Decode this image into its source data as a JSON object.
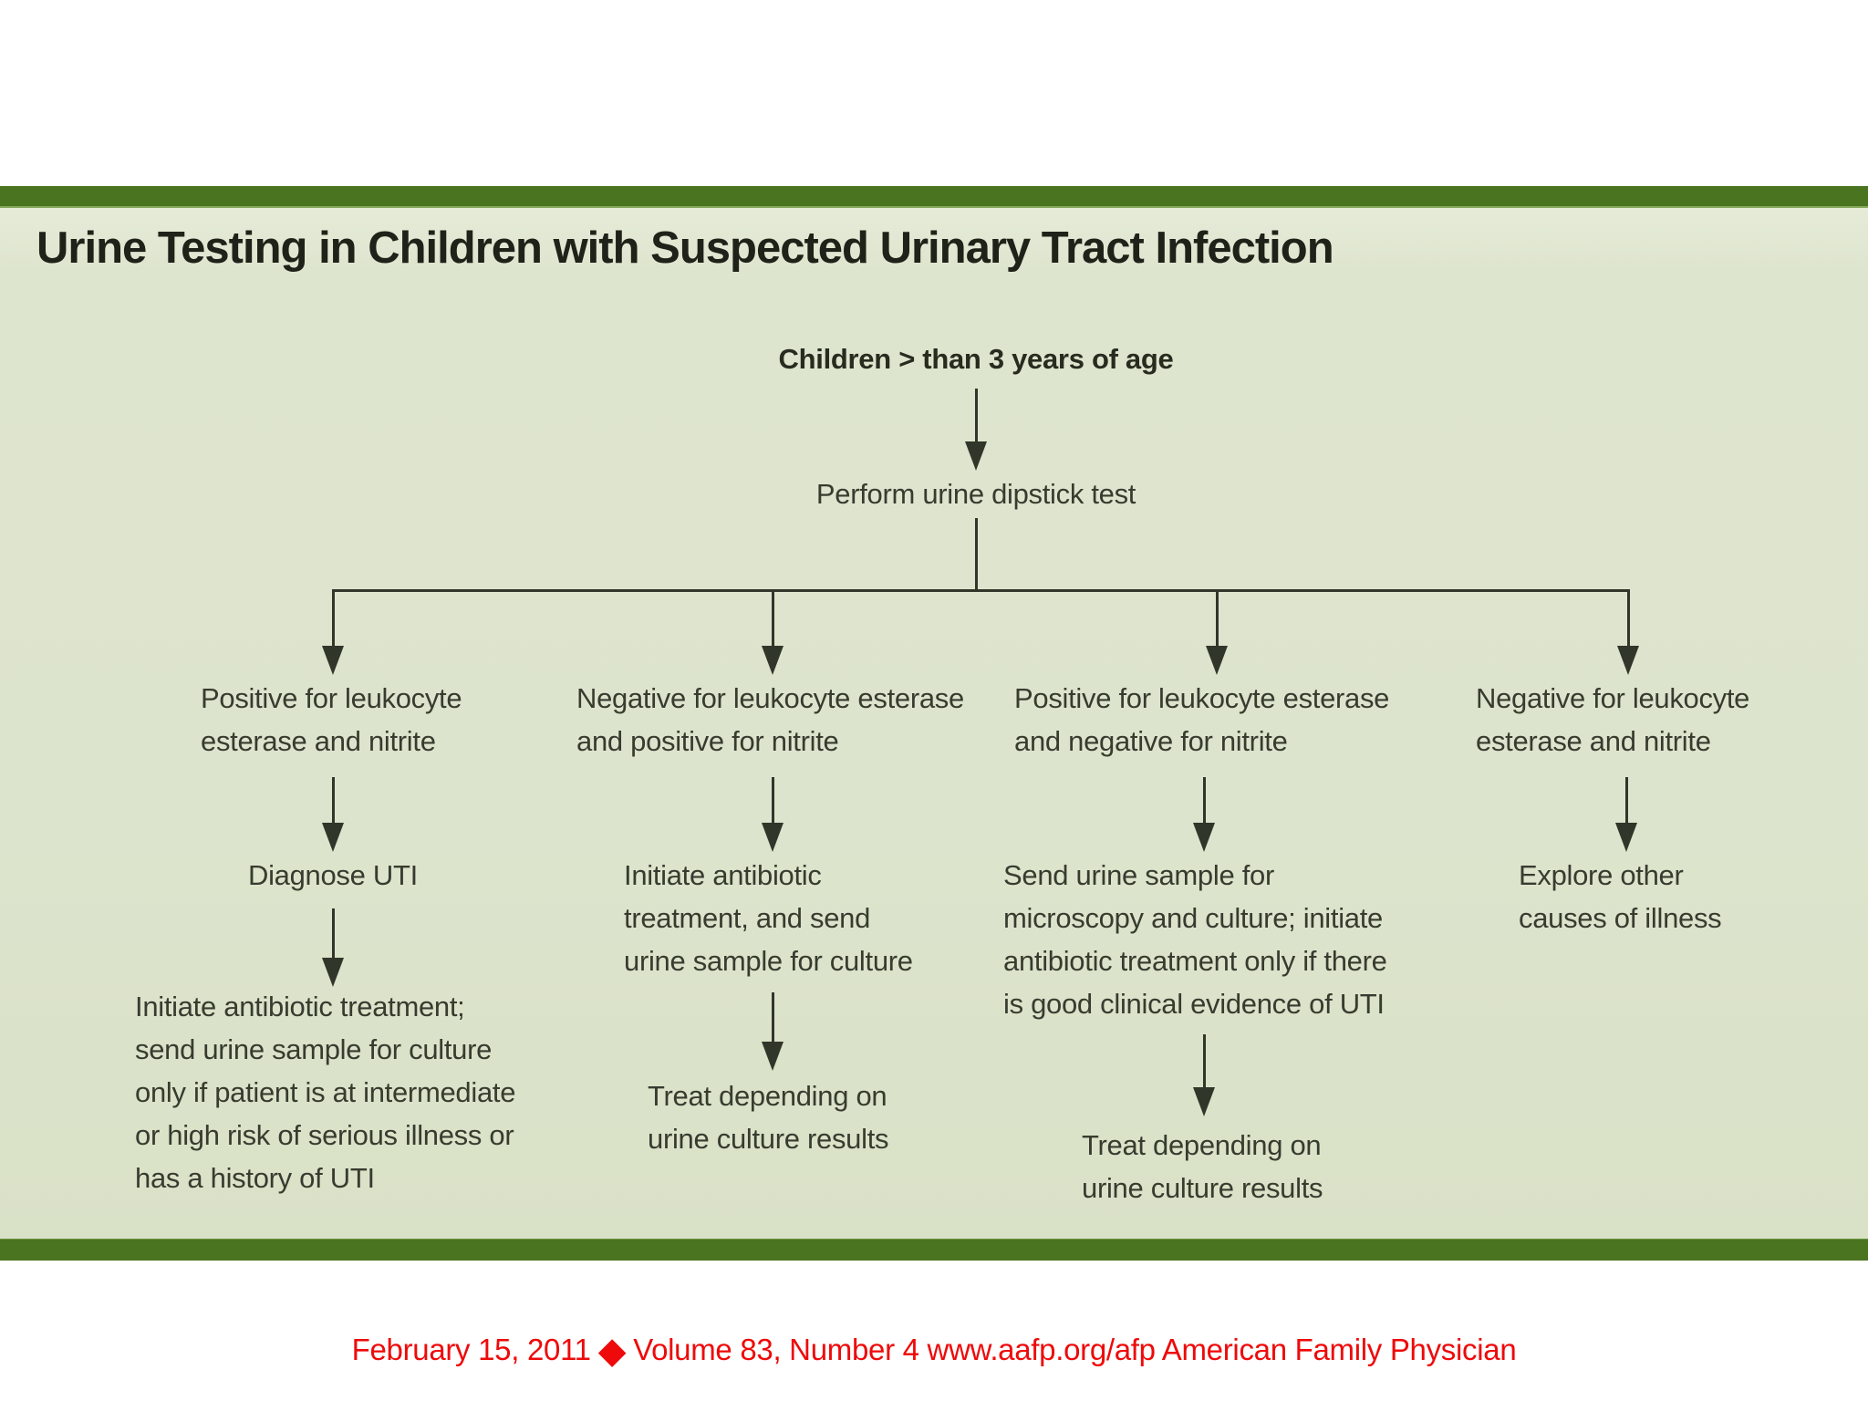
{
  "figure": {
    "title": "Urine Testing in Children with Suspected Urinary Tract Infection"
  },
  "flowchart": {
    "root": "Children > than 3 years of age",
    "step1": "Perform urine dipstick test",
    "branches": [
      {
        "condition": "Positive for leukocyte\nesterase and nitrite",
        "step2": "Diagnose UTI",
        "step3": "Initiate antibiotic treatment;\nsend urine sample for culture\nonly if patient is at intermediate\nor high risk of serious illness or\nhas a history of UTI"
      },
      {
        "condition": "Negative for leukocyte esterase\nand positive for nitrite",
        "step2": "Initiate antibiotic\ntreatment, and send\nurine sample for culture",
        "step3": "Treat depending on\nurine culture results"
      },
      {
        "condition": "Positive for leukocyte esterase\nand negative for nitrite",
        "step2": "Send urine sample for\nmicroscopy and culture; initiate\nantibiotic treatment only if there\nis good clinical evidence of UTI",
        "step3": "Treat depending on\nurine culture results"
      },
      {
        "condition": "Negative for leukocyte\nesterase and nitrite",
        "step2": "Explore other\ncauses of illness"
      }
    ]
  },
  "footer": {
    "date": "February 15, 2011",
    "diamond": "◆",
    "citation": "Volume 83, Number 4 www.aafp.org/afp American Family Physician"
  },
  "colors": {
    "bar_green": "#4a7420",
    "panel_green": "#dde4cd",
    "text_dark": "#373c2f",
    "line_dark": "#31362a",
    "footer_red": "#ee0a0a"
  }
}
